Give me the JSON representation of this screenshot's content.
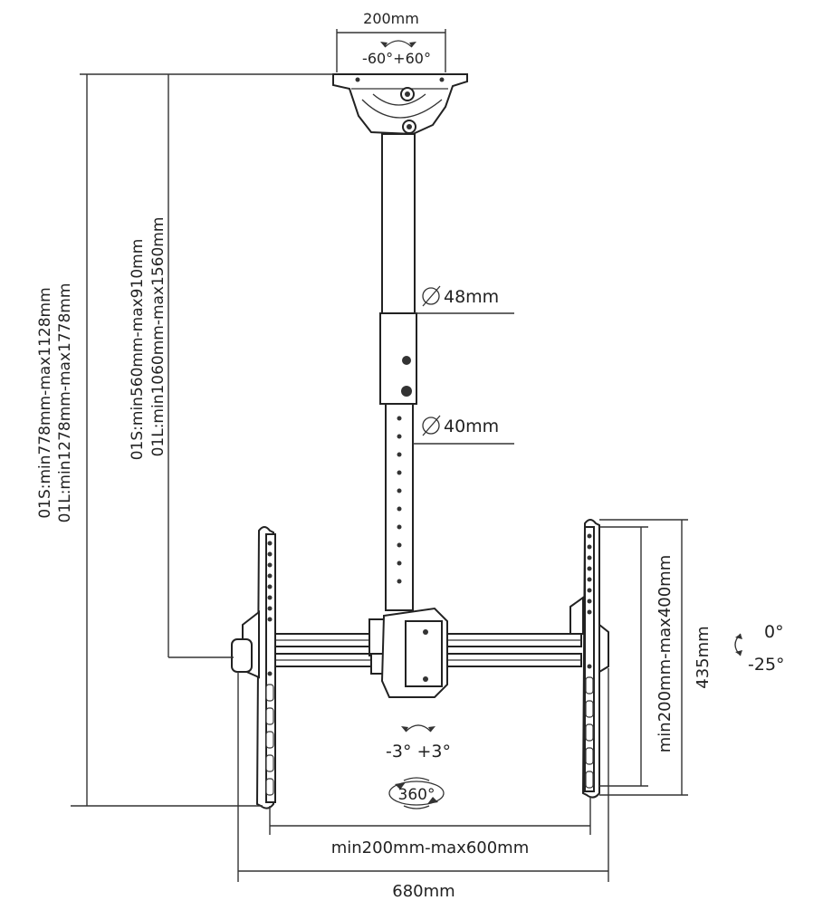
{
  "labels": {
    "plate_width": "200mm",
    "swivel_range": "-60°+60°",
    "pole_outer_diameter": "48mm",
    "pole_inner_diameter": "40mm",
    "overall_height_s": "01S:min778mm-max1128mm",
    "overall_height_l": "01L:min1278mm-max1778mm",
    "pole_length_s": "01S:min560mm-max910mm",
    "pole_length_l": "01L:min1060mm-max1560mm",
    "vesa_vertical": "min200mm-max400mm",
    "bracket_height": "435mm",
    "tilt_top": "0°",
    "tilt_bottom": "-25°",
    "rotate_range": "-3° +3°",
    "rotate_360": "360°",
    "vesa_horizontal": "min200mm-max600mm",
    "overall_width": "680mm"
  },
  "icons": {
    "diameter": "diameter-symbol",
    "rotate": "rotate-arrow-icon"
  }
}
